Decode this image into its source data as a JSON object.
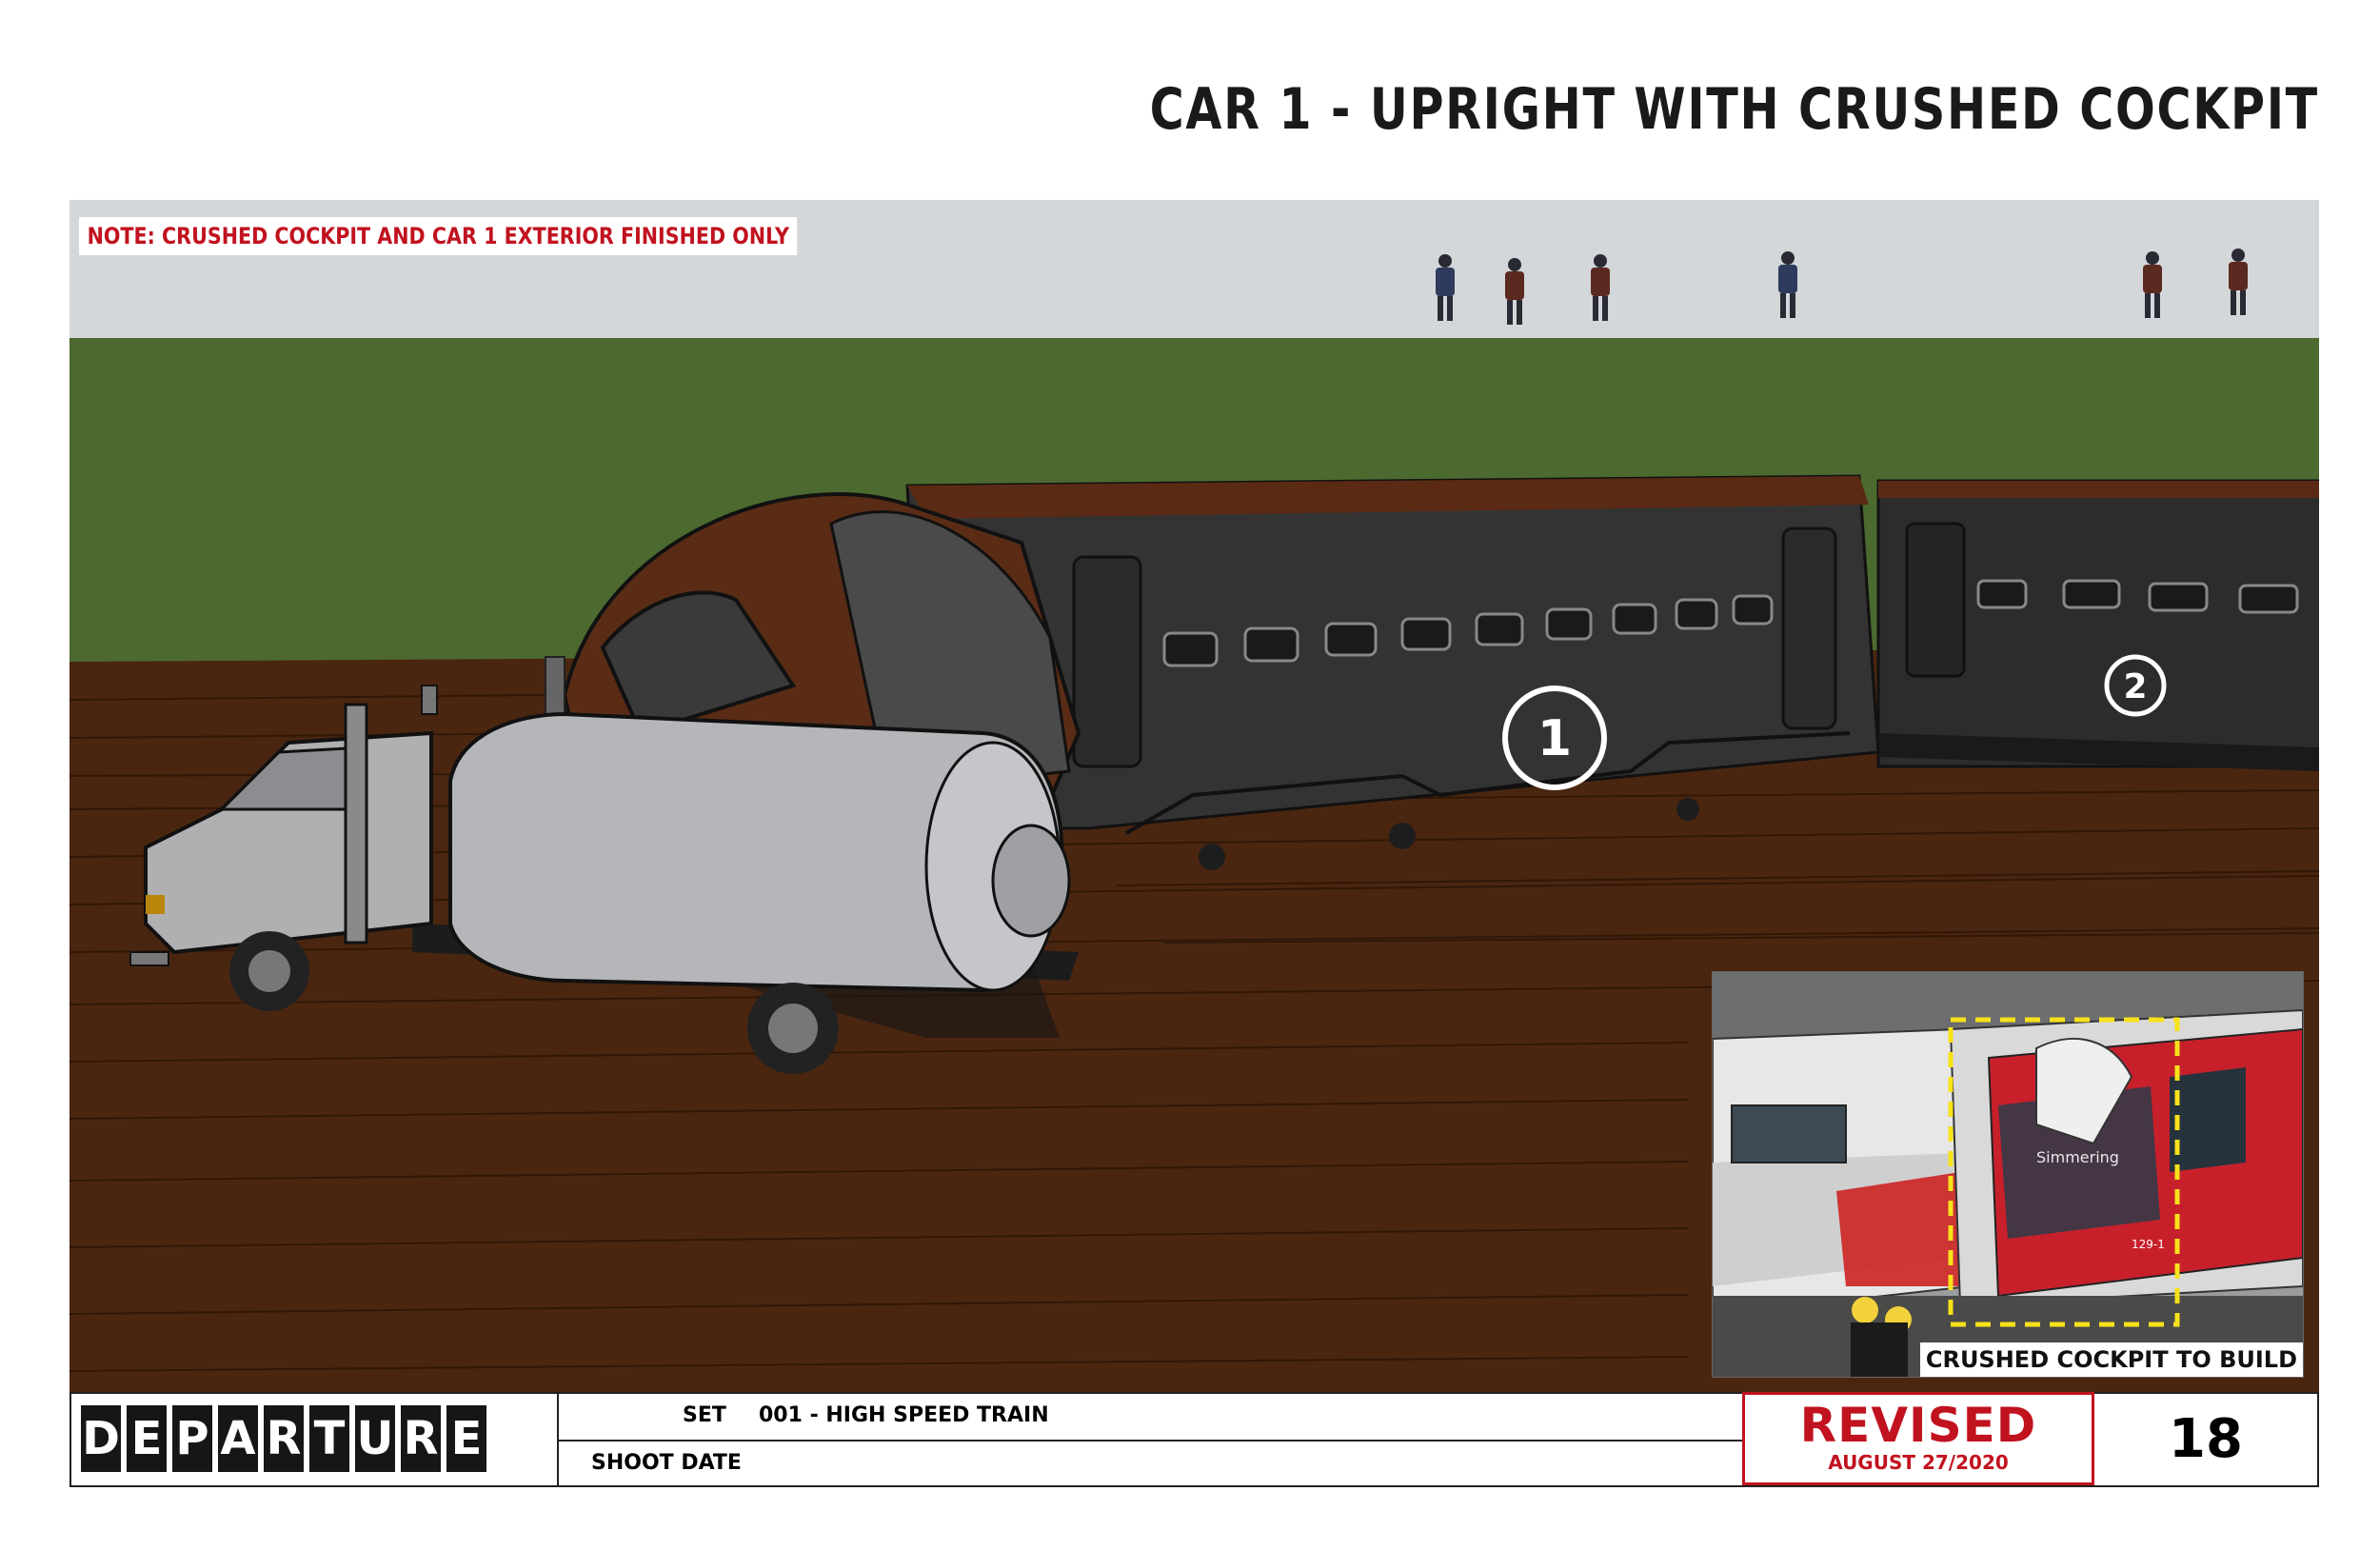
{
  "page_title": "CAR 1 - UPRIGHT WITH CRUSHED COCKPIT",
  "note": "NOTE: CRUSHED COCKPIT AND CAR 1 EXTERIOR FINISHED ONLY",
  "car_labels": {
    "car1": "1",
    "car2": "2"
  },
  "inset": {
    "caption": "CRUSHED COCKPIT TO BUILD",
    "train_text": "Simmering",
    "car_number": "129-1"
  },
  "title_block": {
    "logo_letters": [
      "D",
      "E",
      "P",
      "A",
      "R",
      "T",
      "U",
      "R",
      "E"
    ],
    "set_label": "SET",
    "set_value": "001 - HIGH SPEED TRAIN",
    "shoot_date_label": "SHOOT DATE",
    "revised_label": "REVISED",
    "revised_date": "AUGUST 27/2020",
    "page_number": "18"
  },
  "colors": {
    "accent_red": "#c1121f",
    "ground": "#4a2610",
    "grass": "#4c6a30",
    "train_body": "#2f2f2f"
  }
}
